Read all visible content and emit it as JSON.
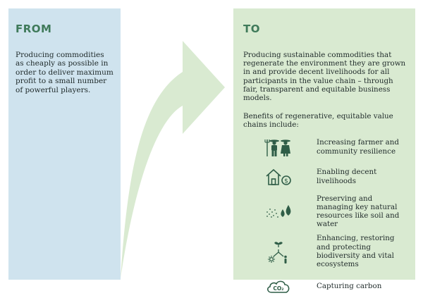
{
  "from": {
    "title": "FROM",
    "text": "Producing commodities as cheaply as possible in order to deliver maximum profit to a small number of powerful players."
  },
  "to": {
    "title": "TO",
    "text": "Producing sustainable commodities that regenerate the environment they are grown in and provide decent livelihoods for all participants in the value chain – through fair, transparent and equitable business models.",
    "benefits_intro": "Benefits of regenerative, equitable value chains include:",
    "benefits": [
      {
        "label": "Increasing farmer and community resilience",
        "icon": "farmers-icon"
      },
      {
        "label": "Enabling decent livelihoods",
        "icon": "house-money-icon"
      },
      {
        "label": "Preserving and managing key natural resources like soil and water",
        "icon": "soil-water-icon"
      },
      {
        "label": "Enhancing, restoring and protecting biodiversity and vital ecosystems",
        "icon": "ecosystem-icon"
      },
      {
        "label": "Capturing carbon",
        "icon": "co2-cloud-icon"
      }
    ],
    "co2_icon_text": "CO₂"
  },
  "colors": {
    "from_panel": "#cfe3ee",
    "to_panel": "#d9ead1",
    "title": "#3f7a5a",
    "arrow": "#d9ead1",
    "icon": "#2f5d47"
  }
}
